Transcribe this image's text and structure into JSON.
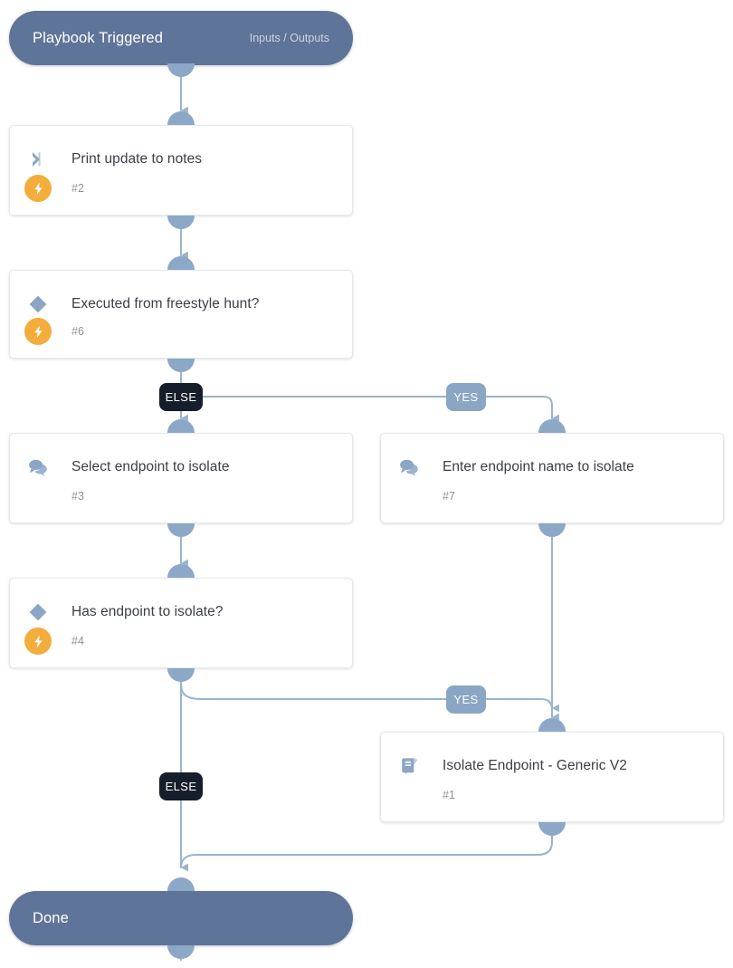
{
  "playbook": {
    "start": {
      "title": "Playbook Triggered",
      "meta": "Inputs / Outputs"
    },
    "end": {
      "title": "Done"
    },
    "tasks": [
      {
        "id": "#2",
        "title": "Print update to notes",
        "icon": "command-arrow-icon",
        "automated": true
      },
      {
        "id": "#6",
        "title": "Executed from freestyle hunt?",
        "icon": "condition-diamond-icon",
        "automated": true
      },
      {
        "id": "#3",
        "title": "Select endpoint to isolate",
        "icon": "data-collection-icon",
        "automated": false
      },
      {
        "id": "#7",
        "title": "Enter endpoint name to isolate",
        "icon": "data-collection-icon",
        "automated": false
      },
      {
        "id": "#4",
        "title": "Has endpoint to isolate?",
        "icon": "condition-diamond-icon",
        "automated": true
      },
      {
        "id": "#1",
        "title": "Isolate Endpoint - Generic V2",
        "icon": "sub-playbook-book-icon",
        "automated": false
      }
    ],
    "branch_labels": {
      "yes_1": "YES",
      "else_1": "ELSE",
      "yes_2": "YES",
      "else_2": "ELSE"
    },
    "colors": {
      "terminal": "#5f7499",
      "connector": "#8ca8c6",
      "automation": "#f2ad3c",
      "condition_icon": "#8ba6c4",
      "else_badge": "#161e2b",
      "yes_badge": "#8ba6c4",
      "card_title": "#3b3f45",
      "card_id": "#8d9299",
      "canvas": "#ffffff"
    }
  }
}
